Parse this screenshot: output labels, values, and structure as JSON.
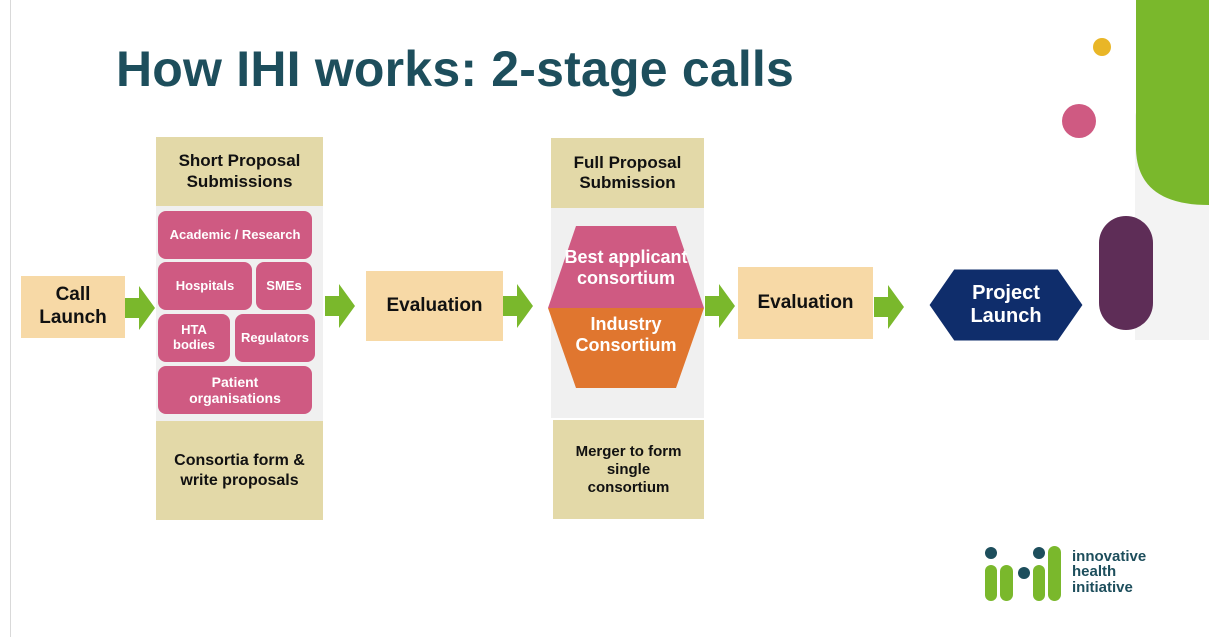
{
  "title": "How IHI works: 2-stage calls",
  "call_launch": "Call Launch",
  "short_proposal": {
    "header": "Short Proposal Submissions",
    "actors": {
      "academic": "Academic / Research",
      "hospitals": "Hospitals",
      "smes": "SMEs",
      "hta": "HTA bodies",
      "regulators": "Regulators",
      "patients": "Patient organisations"
    },
    "footer": "Consortia form & write proposals"
  },
  "evaluation_1": "Evaluation",
  "full_proposal": {
    "header": "Full Proposal Submission",
    "best_applicant": "Best applicant consortium",
    "industry": "Industry Consortium",
    "footer": "Merger to form single consortium"
  },
  "evaluation_2": "Evaluation",
  "project_launch": "Project Launch",
  "logo": {
    "line1": "innovative",
    "line2": "health",
    "line3": "initiative"
  },
  "colors": {
    "title": "#1d4e5c",
    "beige": "#f7d9a6",
    "khaki": "#e3d9a8",
    "pink": "#cf5a82",
    "orange": "#e0762f",
    "navy": "#0f2d6b",
    "arrow_green": "#7ab82c",
    "deco_green": "#7ab82c",
    "deco_purple": "#5e2d57",
    "deco_yellow": "#e9b627"
  }
}
